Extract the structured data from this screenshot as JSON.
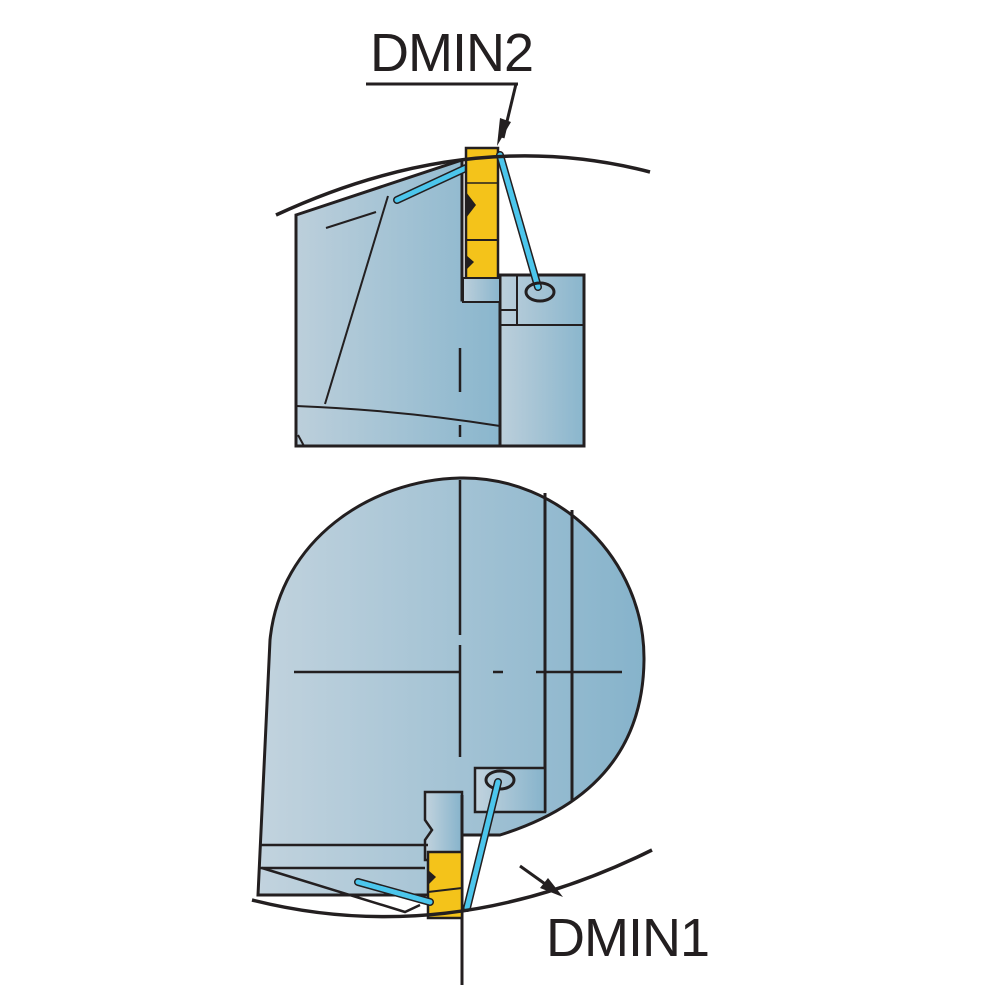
{
  "diagram": {
    "title": "Grooving tool minimum diameters",
    "labels": {
      "dmin2": "DMIN2",
      "dmin1": "DMIN1"
    },
    "colors": {
      "body_light": "#b7cbd8",
      "body_dark": "#8fb8cf",
      "insert": "#f4c31a",
      "coolant": "#4cc6ec",
      "outline": "#231f20",
      "background": "#ffffff"
    },
    "views": [
      {
        "name": "top-view",
        "description": "Side view of tool with insert at top cutting DMIN2 arc"
      },
      {
        "name": "bottom-view",
        "description": "Front view of tool head with insert at bottom cutting DMIN1 arc"
      }
    ]
  }
}
